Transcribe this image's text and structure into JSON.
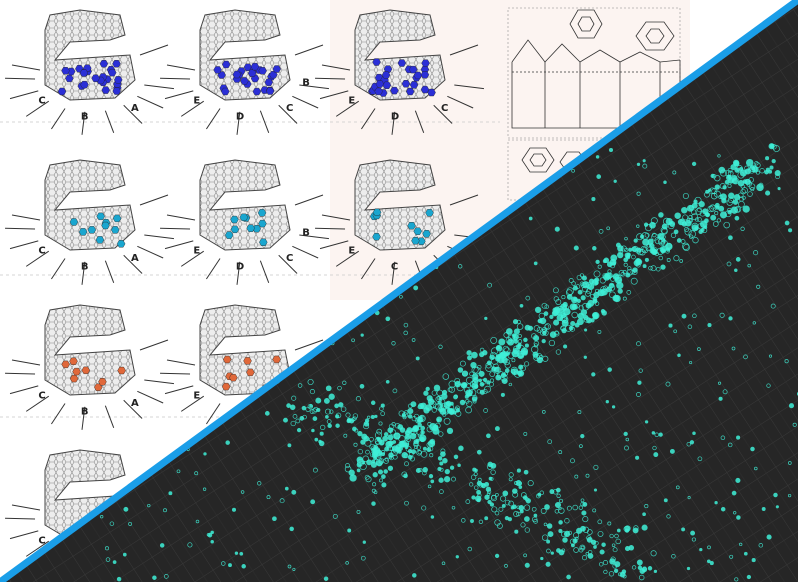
{
  "colors": {
    "blue": "#2b2fd6",
    "teal": "#1aa6cf",
    "orange": "#e0683a",
    "map_bg": "#262626",
    "map_points": "#3ff0d8",
    "divider": "#1a9ee8",
    "sketch": "#333333"
  },
  "diagram_rows": [
    {
      "color_key": "blue",
      "labels": [
        [
          "C",
          "B",
          "A"
        ],
        [
          "E",
          "D",
          "C",
          "B"
        ],
        [
          "E",
          "D",
          "C"
        ]
      ]
    },
    {
      "color_key": "teal",
      "labels": [
        [
          "C",
          "B",
          "A"
        ],
        [
          "E",
          "D",
          "C",
          "B"
        ],
        [
          "E",
          "C"
        ]
      ]
    },
    {
      "color_key": "orange",
      "labels": [
        [
          "C",
          "B",
          "A"
        ],
        [
          "E"
        ]
      ]
    },
    {
      "color_key": "none",
      "labels": [
        [
          "C"
        ]
      ]
    }
  ]
}
